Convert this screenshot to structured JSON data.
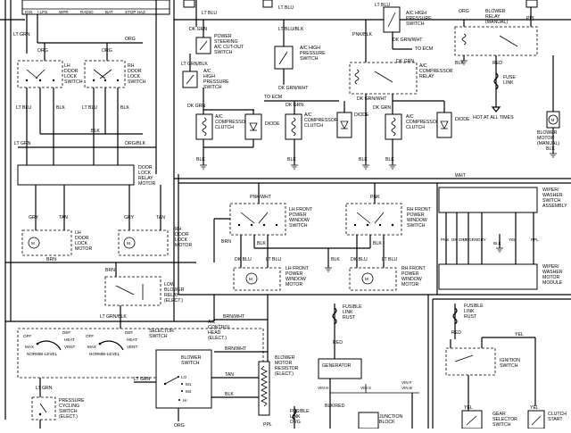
{
  "fuse_labels": [
    "IGN",
    "I LPS",
    "WPR",
    "RADIO",
    "BAT",
    "STOP HAZ"
  ],
  "wires": {
    "org": "ORG",
    "lt_grn": "LT GRN",
    "lt_blu": "LT BLU",
    "blk": "BLK",
    "tan": "TAN",
    "gry": "GRY",
    "brn": "BRN",
    "ppl": "PPL",
    "red": "RED",
    "wht": "WHT",
    "yel": "YEL",
    "pnk": "PNK",
    "org_blk": "ORG/BLK",
    "lt_grn_blk": "LT GRN/BLK",
    "lt_blu_blk": "LT BLU/BLK",
    "dk_grn": "DK GRN",
    "dk_grn_wht": "DK GRN/WHT",
    "pnk_blk": "PNK/BLK",
    "pnk_wht": "PNK/WHT",
    "brn_wht": "BRN/WHT",
    "blk_red": "BLK/RED",
    "dk_blu": "DK BLU",
    "lt_blu_wht": "LT BLU/WHT",
    "to_ecm": "TO ECM",
    "vin_h": "VIN H",
    "vin_s": "VIN S",
    "vin_f": "VIN F",
    "vin_b": "VIN B"
  },
  "components": {
    "lh_door_lock_switch": "LH DOOR LOCK SWITCH",
    "rh_door_lock_switch": "RH DOOR LOCK SWITCH",
    "door_lock_relay_motor": "DOOR LOCK RELAY MOTOR",
    "lh_door_lock_motor": "LH DOOR LOCK MOTOR",
    "rh_door_lock_motor": "RH DOOR LOCK MOTOR",
    "low_blower_relay": "LOW BLOWER RELAY (ELECT.)",
    "selector_switch": "SELECTOR SWITCH",
    "selector_positions": [
      "OFF",
      "DEF",
      "HEAT",
      "VENT",
      "MAX",
      "NORM",
      "BI-LEVEL"
    ],
    "ac_control_head": "A/C CONTROL HEAD (ELECT.)",
    "blower_switch": "BLOWER SWITCH",
    "blower_positions": [
      "LO",
      "M1",
      "M2",
      "HI"
    ],
    "blower_motor_resistor": "BLOWER MOTOR RESISTOR (ELECT.)",
    "pressure_cycling_switch": "PRESSURE CYCLING SWITCH (ELECT.)",
    "power_steering_switch": "POWER STEERING A/C CUT-OUT SWITCH",
    "ac_high_pressure_switch": "A/C HIGH PRESSURE SWITCH",
    "ac_compressor_clutch": "A/C COMPRESSOR CLUTCH",
    "ac_compressor_relay": "A/C COMPRESSOR RELAY",
    "diode": "DIODE",
    "blower_relay_manual": "BLOWER RELAY (MANUAL)",
    "fuse_link": "FUSE LINK",
    "hot_at_all_times": "HOT AT ALL TIMES",
    "blower_motor_manual": "BLOWER MOTOR (MANUAL)",
    "lh_front_power_window_switch": "LH FRONT POWER WINDOW SWITCH",
    "rh_front_power_window_switch": "RH FRONT POWER WINDOW SWITCH",
    "lh_front_power_window_motor": "LH FRONT POWER WINDOW MOTOR",
    "rh_front_power_window_motor": "RH FRONT POWER WINDOW MOTOR",
    "wiper_washer_switch_assembly": "WIPER/ WASHER SWITCH ASSEMBLY",
    "wiper_washer_motor_module": "WIPER/ WASHER MOTOR MODULE",
    "fusible_link_rust": "FUSIBLE LINK RUST",
    "fusible_link_org": "FUSIBLE LINK ORG",
    "generator": "GENERATOR",
    "junction_block": "JUNCTION BLOCK",
    "ignition_switch": "IGNITION SWITCH",
    "gear_selector_switch": "GEAR SELECTOR SWITCH",
    "clutch_start": "CLUTCH START"
  }
}
